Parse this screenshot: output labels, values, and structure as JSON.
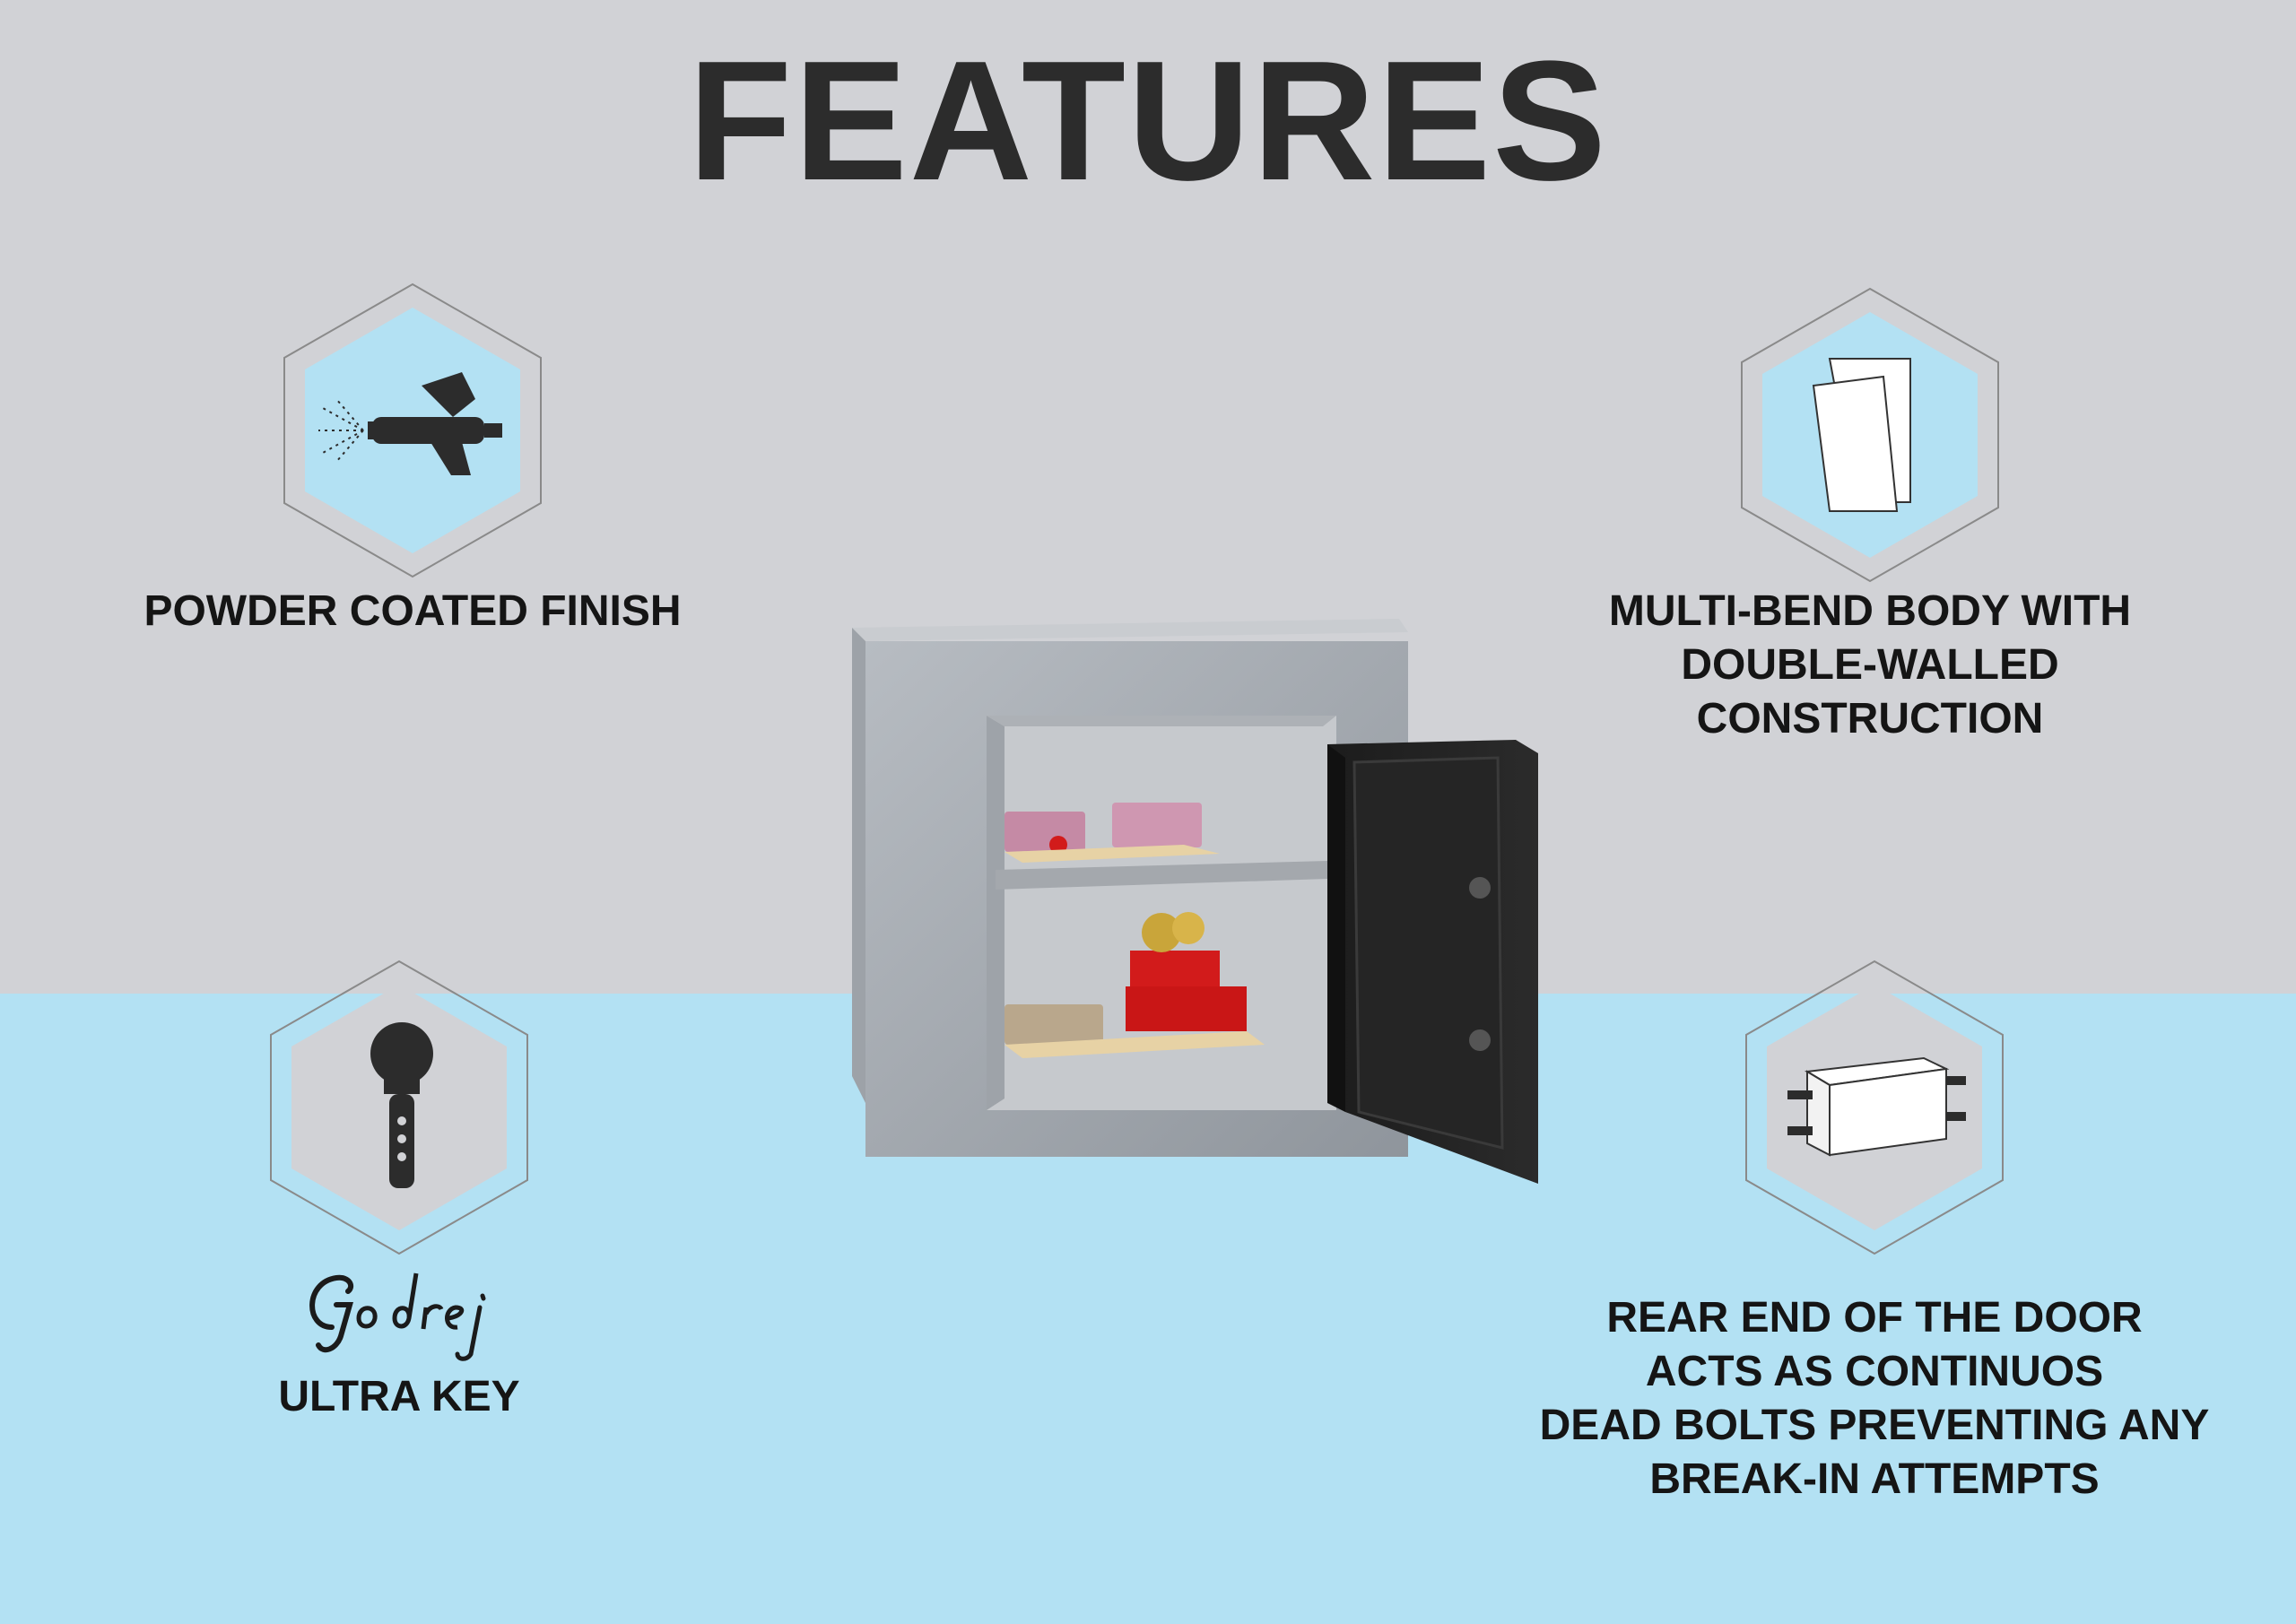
{
  "title": "FEATURES",
  "features": {
    "powder": {
      "label": "POWDER COATED FINISH",
      "icon": "spray-gun-icon"
    },
    "multibend": {
      "lines": [
        "MULTI-BEND BODY WITH",
        "DOUBLE-WALLED",
        "CONSTRUCTION"
      ],
      "icon": "double-wall-panel-icon"
    },
    "key": {
      "brand": "Godrej",
      "label": "ULTRA KEY",
      "icon": "key-icon"
    },
    "deadbolt": {
      "lines": [
        "REAR END OF THE DOOR",
        "ACTS AS CONTINUOS",
        "DEAD BOLTS PREVENTING ANY",
        "BREAK-IN ATTEMPTS"
      ],
      "icon": "dead-bolt-door-icon"
    }
  },
  "colors": {
    "top_bg": "#d1d2d6",
    "bottom_bg": "#b3e1f3",
    "hex_light": "#b3e1f3",
    "hex_grey": "#d1d2d6"
  }
}
